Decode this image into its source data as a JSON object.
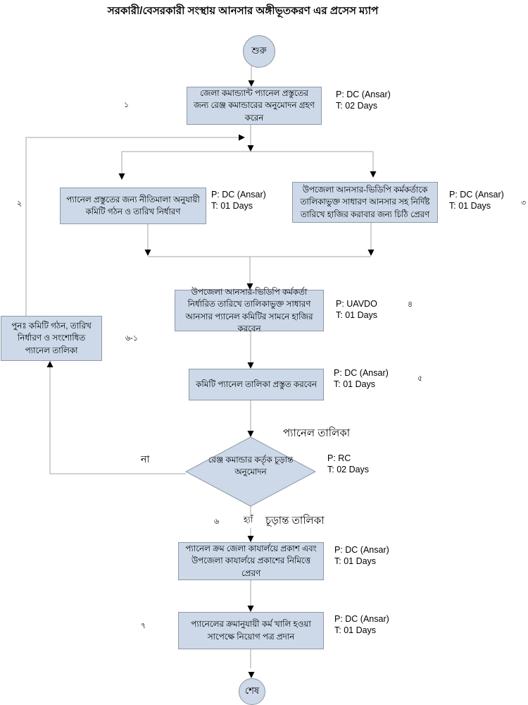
{
  "title": "সরকারী/বেসরকারী সংস্থায় আনসার অঙ্গীভূতকরণ এর প্রসেস ম্যাপ",
  "start": {
    "label": "শুরু"
  },
  "end": {
    "label": "শেষ"
  },
  "steps": {
    "s1": {
      "num": "১",
      "text": "জেলা কমান্ড্যান্ট প্যানেল প্রস্তুতের জন্য রেঞ্জ কমান্ডারের অনুমোদন গ্রহণ করেন",
      "p": "P: DC (Ansar)",
      "t": "T: 02 Days"
    },
    "s2": {
      "num": "২",
      "text": "প্যানেল প্রস্তুতের জন্য নীতিমালা অনুযায়ী কমিটি গঠন ও তারিখ নির্ধারণ",
      "p": "P: DC (Ansar)",
      "t": "T: 01 Days"
    },
    "s3": {
      "num": "৩",
      "text": "উপজেলা আনসার-ভিডিপি কর্মকর্তাকে তালিকাভুক্ত সাধারণ আনসার সহ নির্দিষ্ট তারিখে হাজির করাবার জন্য চিঠি প্রেরণ",
      "p": "P: DC (Ansar)",
      "t": "T: 01 Days"
    },
    "s4": {
      "num": "৪",
      "text": "উপজেলা আনসার-ভিডিপি কর্মকর্তা নির্ধারিত তারিখে তালিকাভুক্ত সাধারণ আনসার প্যানেল কমিটির সামনে হাজির করবেন",
      "p": "P: UAVDO",
      "t": "T: 01 Days"
    },
    "s5": {
      "num": "৫",
      "text": "কমিটি প্যানেল তালিকা প্রস্তুত করবেন",
      "p": "P: DC (Ansar)",
      "t": "T: 01 Days"
    },
    "redo": {
      "num": "৬-১",
      "text": "পুনঃ  কমিটি গঠন, তারিখ নির্ধারণ ও সংশোধিত প্যানেল তালিকা"
    },
    "decision": {
      "num": "৬",
      "text": "রেঞ্জ কমান্ডার কর্তৃক চূড়ান্ত অনুমোদন",
      "p": "P: RC",
      "t": "T: 02 Days"
    },
    "s6": {
      "text": "প্যানেল ক্রম জেলা কাযার্লয়ে প্রকাশ এবং উপজেলা কাযার্লয়ে প্রকাশের নিমিত্তে প্রেরণ",
      "p": "P: DC (Ansar)",
      "t": "T: 01 Days"
    },
    "s7": {
      "num": "৭",
      "text": "প্যানেলের ক্রমানুযায়ী কর্ম খালি হওয়া সাপেক্ষে নিয়োগ পত্র প্রদান",
      "p": "P: DC (Ansar)",
      "t": "T: 01 Days"
    }
  },
  "labels": {
    "panel_list": "প্যানেল তালিকা",
    "no": "না",
    "yes": "হ্যাঁ",
    "final_list": "চূড়ান্ত তালিকা"
  },
  "colors": {
    "node_fill": "#cdd9e8",
    "node_border": "#8e99a5",
    "line": "#a6a6a6",
    "arrow": "#000000"
  }
}
